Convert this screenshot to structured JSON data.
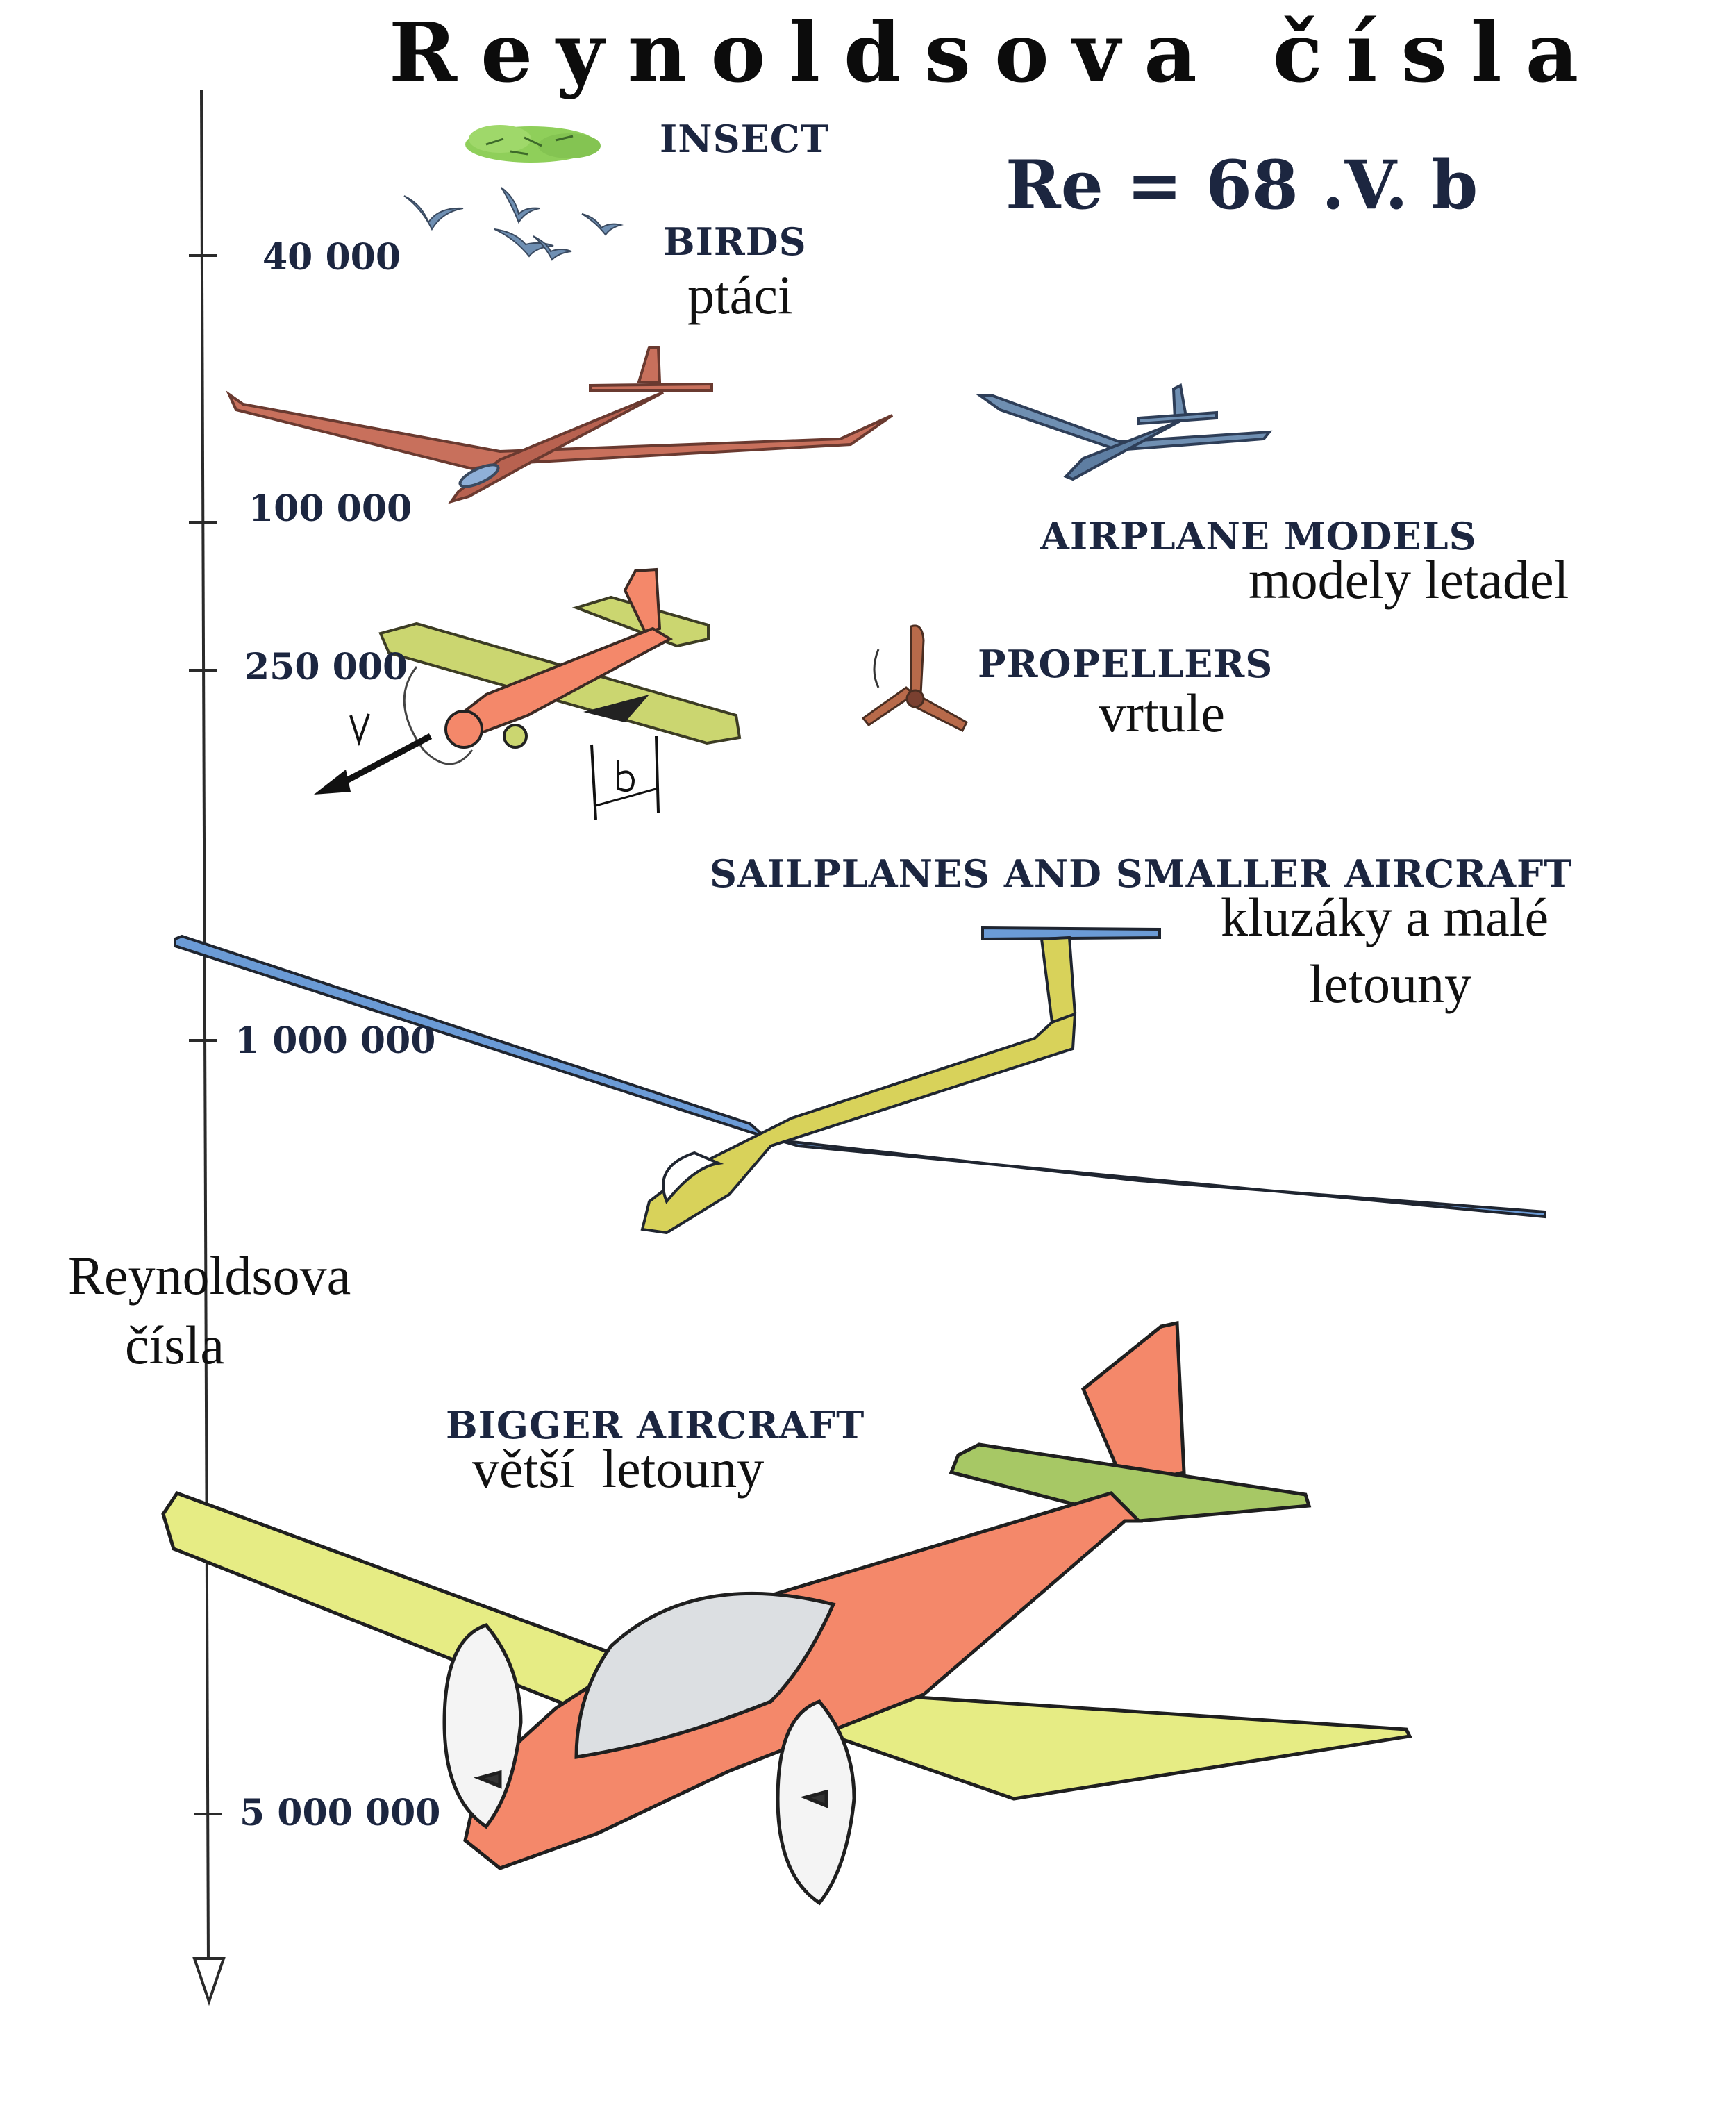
{
  "title": "Reynoldsova čísla",
  "formula": "Re = 68 .V. b",
  "axis": {
    "label_line1": "Reynoldsova",
    "label_line2": "čísla",
    "ticks": [
      "40 000",
      "100 000",
      "250 000",
      "1 000 000",
      "5 000 000"
    ]
  },
  "categories": {
    "insect": {
      "en": "INSECT"
    },
    "birds": {
      "en": "BIRDS",
      "cz": "ptáci"
    },
    "airplane_models": {
      "en": "AIRPLANE MODELS",
      "cz": "modely letadel"
    },
    "propellers": {
      "en": "PROPELLERS",
      "cz": "vrtule"
    },
    "sailplanes": {
      "en": "SAILPLANES AND SMALLER AIRCRAFT",
      "cz_line1": "kluzáky a malé",
      "cz_line2": "letouny"
    },
    "bigger_aircraft": {
      "en": "BIGGER AIRCRAFT",
      "cz": "větší  letouny"
    }
  },
  "sketch_symbols": {
    "velocity": "V",
    "chord": "b"
  },
  "colors": {
    "label_navy": "#1c2640",
    "glider_red": "#c8705c",
    "model_blue": "#6f8fb2",
    "sailplane_blue": "#6b9bd6",
    "sailplane_yellow": "#d8d25a",
    "aircraft_orange": "#f4886a",
    "aircraft_yellow": "#e6ec84",
    "aircraft_green": "#a7c865",
    "insect_green": "#8fcf5a"
  }
}
